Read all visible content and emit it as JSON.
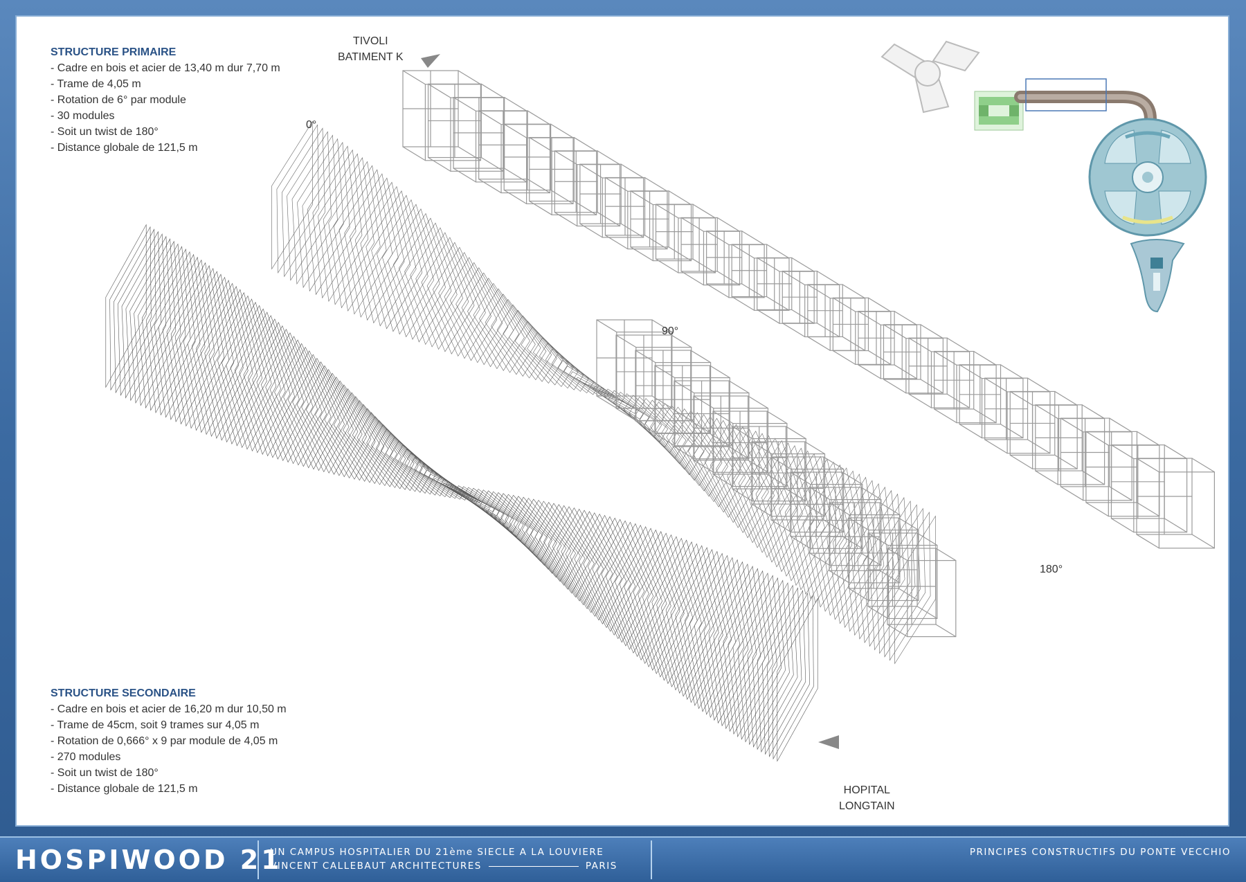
{
  "structure_primaire": {
    "title": "STRUCTURE PRIMAIRE",
    "items": [
      "- Cadre en bois et acier de 13,40 m dur 7,70 m",
      "- Trame de 4,05 m",
      "- Rotation de 6° par module",
      "- 30 modules",
      "- Soit un twist de 180°",
      "- Distance globale de 121,5 m"
    ]
  },
  "structure_secondaire": {
    "title": "STRUCTURE SECONDAIRE",
    "items": [
      "- Cadre en bois et acier de 16,20 m dur 10,50 m",
      "- Trame de 45cm, soit 9 trames sur 4,05 m",
      "- Rotation de 0,666° x 9 par module de 4,05 m",
      "- 270 modules",
      "- Soit un twist de 180°",
      "- Distance globale de 121,5 m"
    ]
  },
  "labels": {
    "tivoli_line1": "TIVOLI",
    "tivoli_line2": "BATIMENT K",
    "hopital_line1": "HOPITAL",
    "hopital_line2": "LONGTAIN",
    "deg_0": "0°",
    "deg_90": "90°",
    "deg_180": "180°"
  },
  "footer": {
    "logo": "HOSPIWOOD 21",
    "line1": "UN CAMPUS HOSPITALIER DU 21ème SIECLE A LA LOUVIERE",
    "line2_left": "VINCENT CALLEBAUT ARCHITECTURES",
    "line2_right": "PARIS",
    "right_title": "PRINCIPES CONSTRUCTIFS DU PONTE VECCHIO"
  },
  "colors": {
    "frame_blue": "#3f6ea3",
    "heading_blue": "#2a5286",
    "plan_teal": "#6aa6b8",
    "plan_green": "#8fcf8a",
    "plan_brown": "#8a7a6e"
  }
}
